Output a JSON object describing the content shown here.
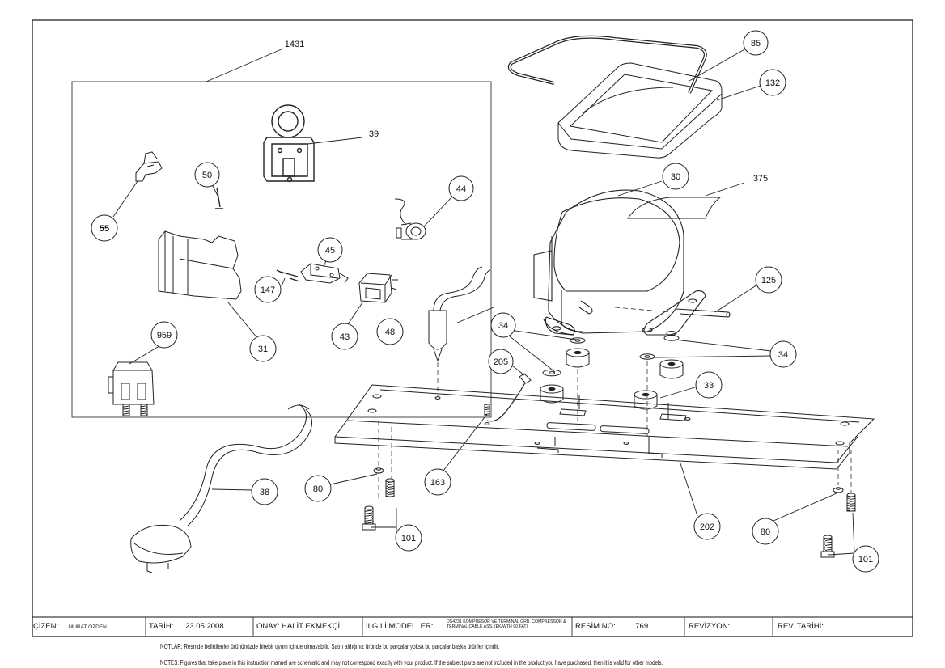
{
  "callouts": [
    {
      "id": "c-1431",
      "label": "1431"
    },
    {
      "id": "c-85",
      "label": "85"
    },
    {
      "id": "c-132",
      "label": "132"
    },
    {
      "id": "c-39",
      "label": "39"
    },
    {
      "id": "c-50",
      "label": "50"
    },
    {
      "id": "c-55",
      "label": "55"
    },
    {
      "id": "c-44",
      "label": "44"
    },
    {
      "id": "c-30",
      "label": "30"
    },
    {
      "id": "c-375",
      "label": "375"
    },
    {
      "id": "c-45",
      "label": "45"
    },
    {
      "id": "c-147",
      "label": "147"
    },
    {
      "id": "c-31",
      "label": "31"
    },
    {
      "id": "c-43",
      "label": "43"
    },
    {
      "id": "c-48",
      "label": "48"
    },
    {
      "id": "c-125",
      "label": "125"
    },
    {
      "id": "c-34a",
      "label": "34"
    },
    {
      "id": "c-34b",
      "label": "34"
    },
    {
      "id": "c-959",
      "label": "959"
    },
    {
      "id": "c-205",
      "label": "205"
    },
    {
      "id": "c-33",
      "label": "33"
    },
    {
      "id": "c-38",
      "label": "38"
    },
    {
      "id": "c-80a",
      "label": "80"
    },
    {
      "id": "c-163",
      "label": "163"
    },
    {
      "id": "c-202",
      "label": "202"
    },
    {
      "id": "c-80b",
      "label": "80"
    },
    {
      "id": "c-101a",
      "label": "101"
    },
    {
      "id": "c-101b",
      "label": "101"
    }
  ],
  "title_block": {
    "cizen_label": "ÇİZEN:",
    "cizen_value": "MURAT ÖZDEN",
    "tarih_label": "TARİH:",
    "tarih_value": "23.05.2008",
    "onay_label": "ONAY: HALİT EKMEKÇİ",
    "modeller_label": "İLGİLİ MODELLER:",
    "modeller_value": "DS4231 KOMPRESÖR VE TERMİNAL GRB. COMPRESSOR & TERMINAL CABLE ASS. (EK/WTH 90 FAT)",
    "resim_no_label": "RESİM NO:",
    "resim_no_value": "769",
    "revizyon_label": "REVİZYON:",
    "revizyon_value": "",
    "rev_tarihi_label": "REV. TARİHİ:",
    "rev_tarihi_value": ""
  },
  "notes": {
    "notlar": "NOTLAR: Resmde belirtilenler ürününüzde birebir uyum içinde olmayabilir. Satın aldığınız üründe bu parçalar yoksa bu parçalar başka ürünler içindir.",
    "notes_en": "NOTES: Figures that take place in this instruction manuel are schematic and may not correspond exactly with your product. If the subject parts are not included in the product you have purchased, then it is valid for other models."
  }
}
